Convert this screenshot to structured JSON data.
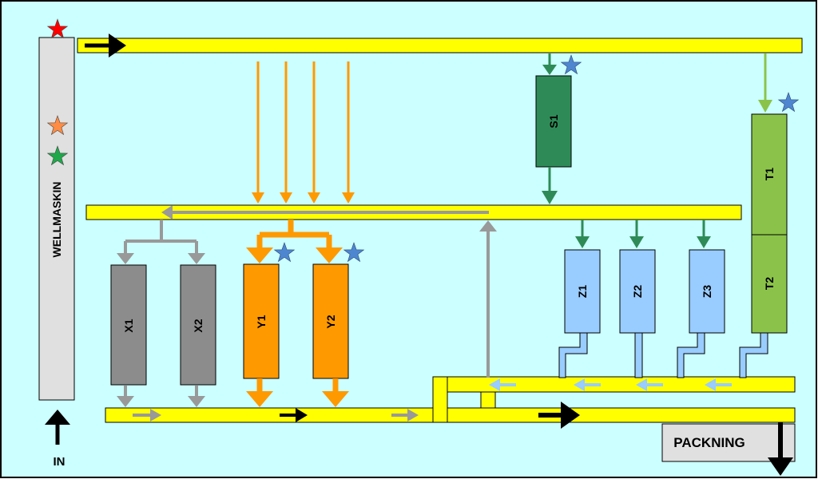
{
  "labels": {
    "machine": "WELLMASKIN",
    "input": "IN",
    "packing": "PACKNING",
    "s1": "S1",
    "t1": "T1",
    "t2": "T2",
    "x1": "X1",
    "x2": "X2",
    "y1": "Y1",
    "y2": "Y2",
    "z1": "Z1",
    "z2": "Z2",
    "z3": "Z3"
  },
  "colors": {
    "background": "#ccffff",
    "conveyor": "#ffff00",
    "machine": "#e0e0e0",
    "x_units": "#8c8c8c",
    "y_units": "#ff9900",
    "z_units": "#99ccff",
    "s_unit": "#2e8b57",
    "t_unit": "#8bc34a",
    "star_red": "#ff0000",
    "star_orange": "#ff8c42",
    "star_green": "#1ea84a",
    "star_blue": "#4f86d0"
  }
}
